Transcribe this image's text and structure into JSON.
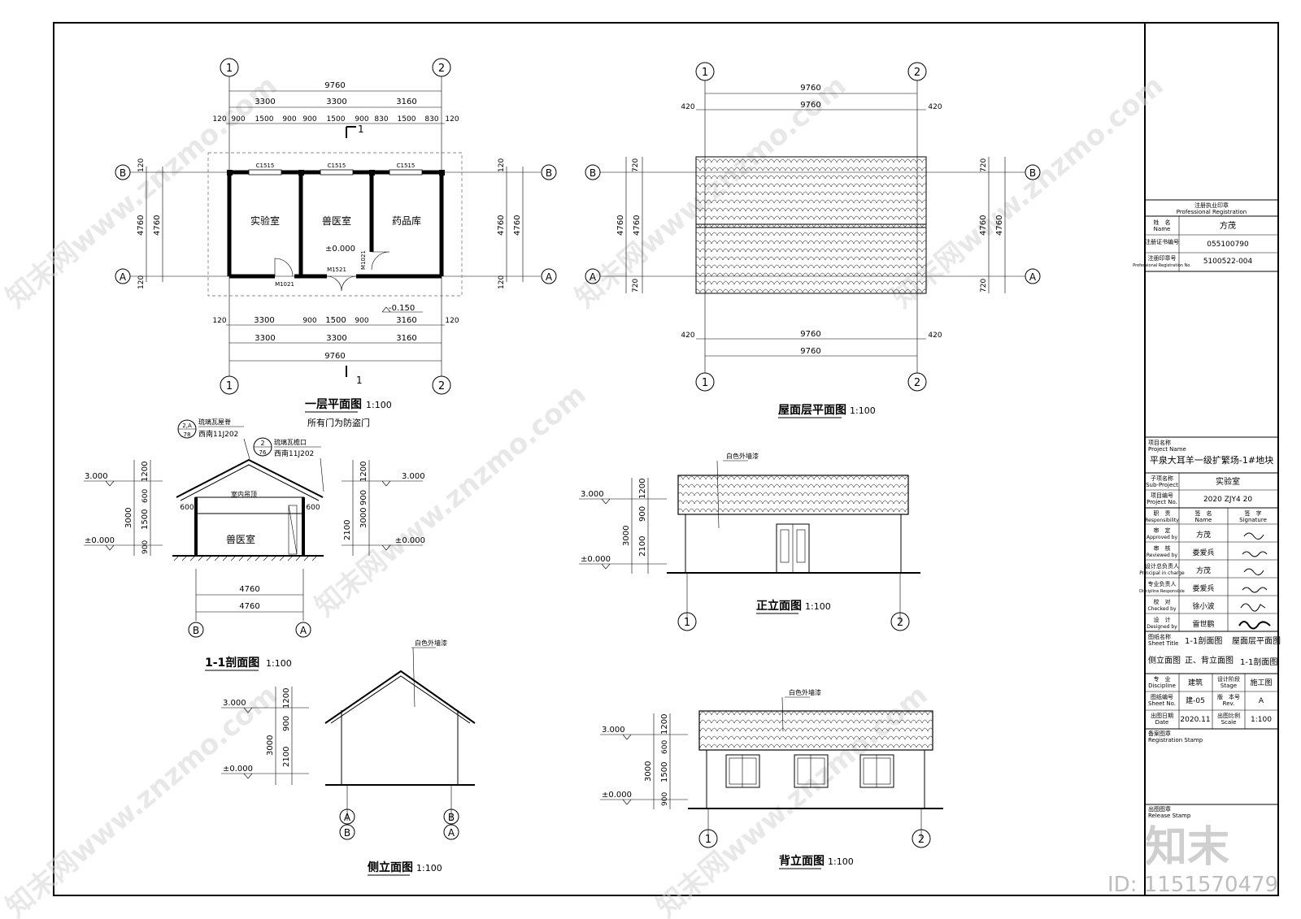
{
  "axes": {
    "axis1": "1",
    "axis2": "2",
    "axisA": "A",
    "axisB": "B"
  },
  "ground_plan": {
    "title": "一层平面图",
    "scale": "1:100",
    "note": "所有门为防盗门",
    "overall": "9760",
    "bays": [
      "3300",
      "3300",
      "3160"
    ],
    "top_detail": [
      "120",
      "900",
      "1500",
      "900",
      "900",
      "1500",
      "900",
      "830",
      "1500",
      "830",
      "120"
    ],
    "bottom_detail": [
      "120",
      "3300",
      "900",
      "1500",
      "900",
      "3160",
      "120"
    ],
    "bottom_bays": [
      "3300",
      "3300",
      "3160"
    ],
    "bottom_overall": "9760",
    "depth": "4760",
    "edge": "120",
    "rooms": [
      "实验室",
      "兽医室",
      "药品库"
    ],
    "windows": [
      "C1515",
      "C1515",
      "C1515"
    ],
    "doors": [
      "M1021",
      "M1521",
      "M1021"
    ],
    "level_in": "±0.000",
    "level_out": "-0.150",
    "section_mark": "1"
  },
  "roof_plan": {
    "title": "屋面层平面图",
    "scale": "1:100",
    "overall": "9760",
    "overhang": "420",
    "depth": "4760",
    "eave": "720"
  },
  "section": {
    "title": "1-1剖面图",
    "scale": "1:100",
    "tag1_num": "2,A",
    "tag1_den": "78",
    "tag1_text": "琉璃瓦屋脊",
    "tag1_ref": "西南11J202",
    "tag2_num": "2",
    "tag2_den": "76",
    "tag2_text": "琉璃瓦檐口",
    "tag2_ref": "西南11J202",
    "ceiling": "室内吊顶",
    "room": "兽医室",
    "level_top": "3.000",
    "level_zero": "±0.000",
    "dims_left": [
      "1200",
      "600",
      "1500",
      "900"
    ],
    "total_left": "3000",
    "dims_right": [
      "1200",
      "900",
      "2100"
    ],
    "total_right": "3000",
    "eave": "600",
    "width": "4760"
  },
  "side_elev": {
    "title": "侧立面图",
    "scale": "1:100",
    "label": "白色外墙漆",
    "level_top": "3.000",
    "level_zero": "±0.000",
    "dims": [
      "1200",
      "900",
      "2100"
    ],
    "total": "3000"
  },
  "front_elev": {
    "title": "正立面图",
    "scale": "1:100",
    "label": "白色外墙漆",
    "level_top": "3.000",
    "level_zero": "±0.000",
    "dims": [
      "1200",
      "900",
      "2100"
    ],
    "total": "3000"
  },
  "back_elev": {
    "title": "背立面图",
    "scale": "1:100",
    "label": "白色外墙漆",
    "level_top": "3.000",
    "level_zero": "±0.000",
    "dims": [
      "1200",
      "600",
      "1500",
      "900"
    ],
    "total": "3000"
  },
  "title_block": {
    "reg_cn": "注册执业印章",
    "reg_en": "Professional Registration",
    "name_cn": "姓　名",
    "name_en": "Name",
    "name_val": "方茂",
    "cert_cn": "注册证书编号",
    "cert_val": "055100790",
    "seal_cn": "注册印章号",
    "seal_en": "Professional Registration No.",
    "seal_val": "5100522-004",
    "proj_cn": "项目名称",
    "proj_en": "Project Name",
    "proj_val": "平泉大耳羊一级扩繁场-1#地块",
    "sub_cn": "子项名称",
    "sub_en": "Sub-Project",
    "sub_val": "实验室",
    "pno_cn": "项目编号",
    "pno_en": "Project No.",
    "pno_val": "2020 ZJY4 20",
    "resp_cn": "职　责",
    "resp_en": "Responsibility",
    "col_name_cn": "签　名",
    "col_name_en": "Name",
    "col_sig_cn": "签　字",
    "col_sig_en": "Signature",
    "roles": [
      {
        "cn": "审　定",
        "en": "Approved by",
        "name": "方茂"
      },
      {
        "cn": "审　核",
        "en": "Reviewed by",
        "name": "娄爱兵"
      },
      {
        "cn": "设计总负责人",
        "en": "Principal in charge",
        "name": "方茂"
      },
      {
        "cn": "专业负责人",
        "en": "Discipline Responsible",
        "name": "娄爱兵"
      },
      {
        "cn": "校　对",
        "en": "Checked by",
        "name": "徐小波"
      },
      {
        "cn": "设　计",
        "en": "Designed by",
        "name": "雷世鹏"
      }
    ],
    "sheet_cn": "图纸名称",
    "sheet_en": "Sheet Title",
    "sheet_l1a": "1-1剖面图",
    "sheet_l1b": "屋面层平面图",
    "sheet_l2a": "侧立面图",
    "sheet_l2b": "正、背立面图",
    "sheet_l2c": "1-1剖面图",
    "disc_cn": "专　业",
    "disc_en": "Discipline",
    "disc_val": "建筑",
    "stage_cn": "设计阶段",
    "stage_en": "Stage",
    "stage_val": "施工图",
    "shno_cn": "图纸编号",
    "shno_en": "Sheet No.",
    "shno_val": "建-05",
    "rev_cn": "版　本号",
    "rev_en": "Rev.",
    "rev_val": "A",
    "date_cn": "出图日期",
    "date_en": "Date",
    "date_val": "2020.11",
    "scale_cn": "出图比例",
    "scale_en": "Scale",
    "scale_val": "1:100",
    "regstamp_cn": "备案图章",
    "regstamp_en": "Registration Stamp",
    "relstamp_cn": "出图图章",
    "relstamp_en": "Release Stamp"
  },
  "watermark": {
    "site": "知末网www.znzmo.com",
    "brand": "知末",
    "id": "ID: 1151570479"
  }
}
